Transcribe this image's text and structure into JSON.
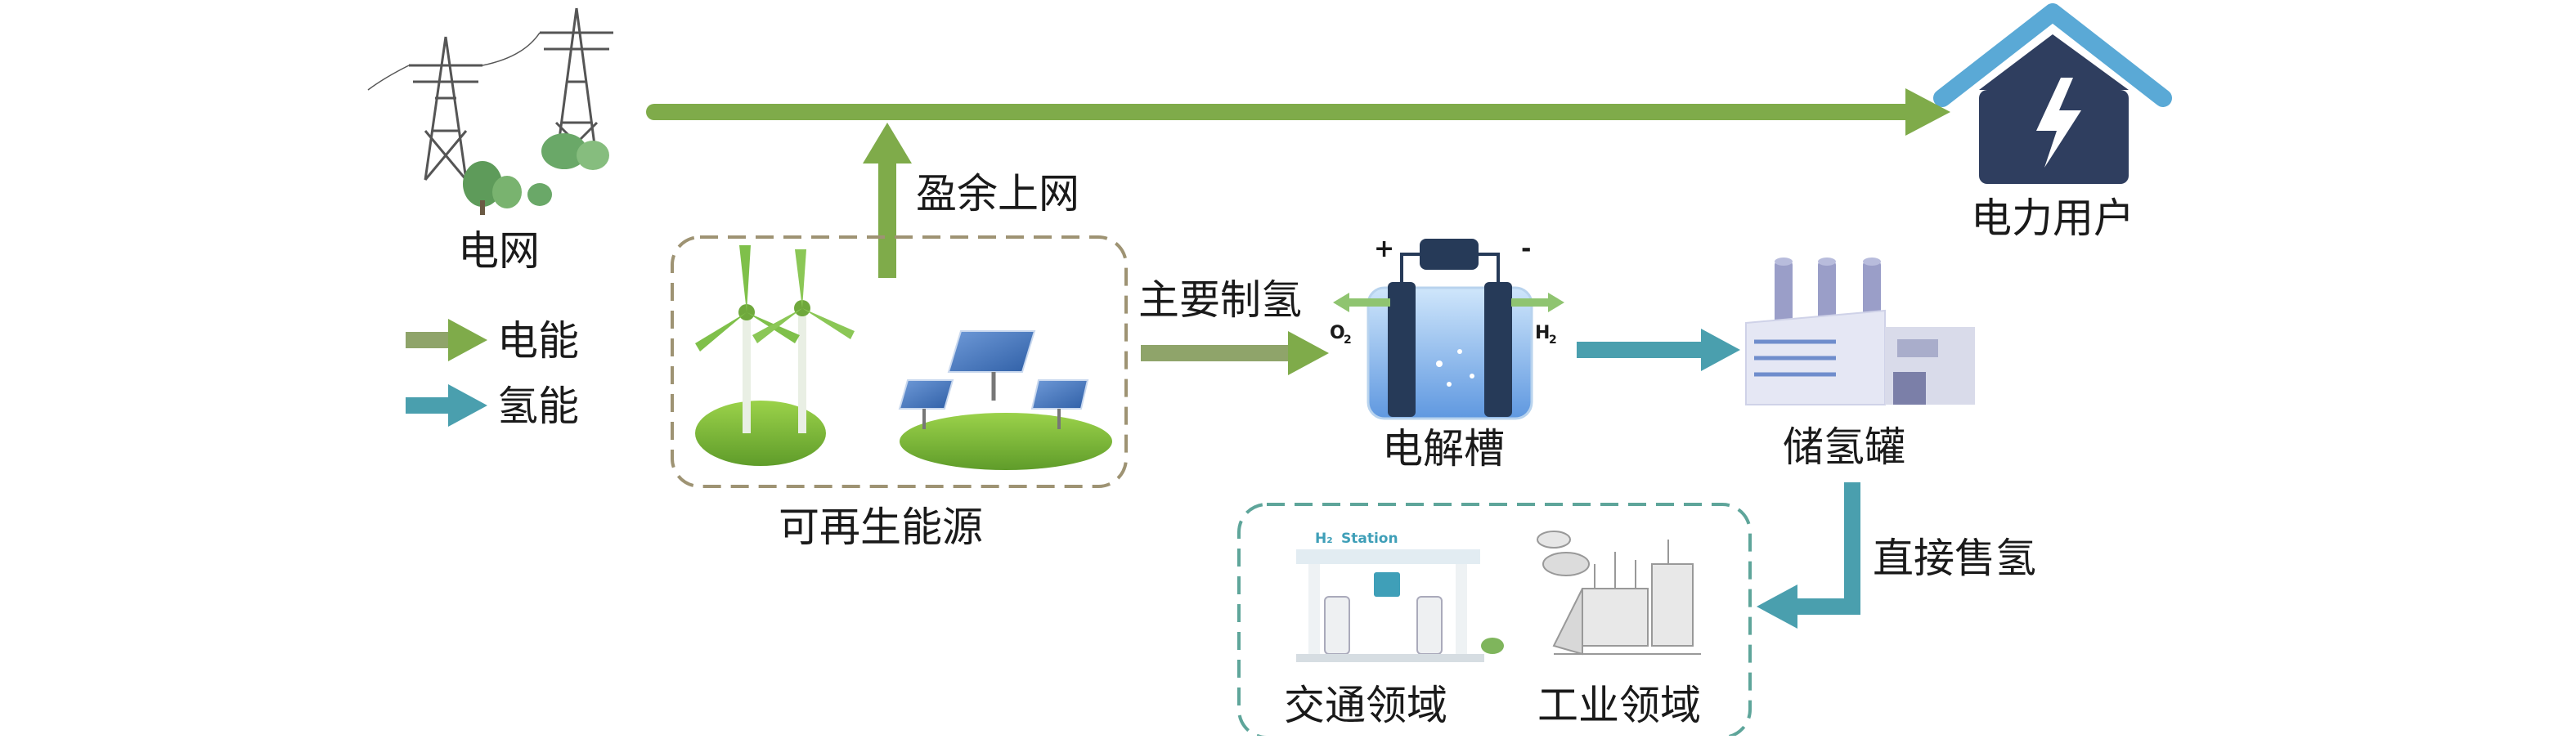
{
  "nodes": {
    "grid": "电网",
    "user": "电力用户",
    "renewable": "可再生能源",
    "electrolyzer": "电解槽",
    "storage": "储氢罐",
    "transport": "交通领域",
    "industry": "工业领域"
  },
  "flows": {
    "surplus": "盈余上网",
    "main_production": "主要制氢",
    "direct_sale": "直接售氢"
  },
  "legend": {
    "electric": "电能",
    "hydrogen": "氢能"
  },
  "chemistry": {
    "oxygen": "O",
    "oxygen_sub": "2",
    "hydrogen": "H",
    "hydrogen_sub": "2",
    "plus": "+",
    "minus": "-"
  },
  "station": {
    "h2_mark": "H₂",
    "name": "Station"
  },
  "colors": {
    "electric_flow": "#7fab4a",
    "hydrogen_flow": "#4a9fae",
    "frame": "#9e9373",
    "frame_hydrogen": "#5ea59a",
    "house": "#2f3e5f",
    "roof": "#5aa9d6"
  }
}
